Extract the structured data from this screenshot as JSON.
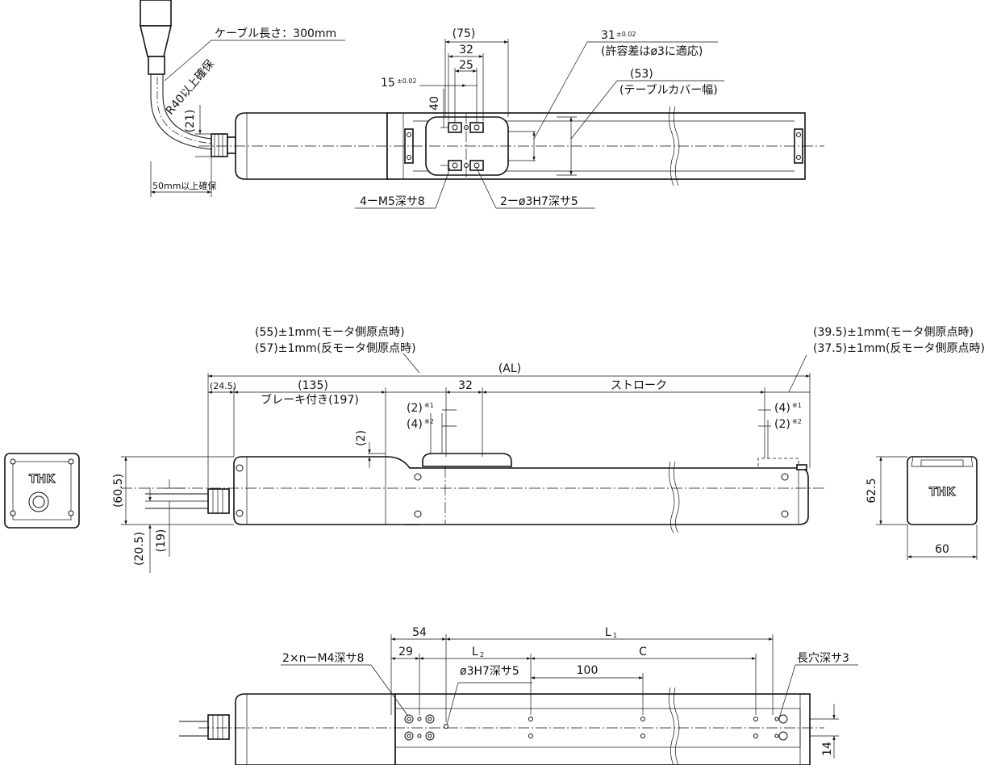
{
  "top_view": {
    "cable_length": "ケーブル長さ：300mm",
    "bend_radius": "R40以上確保",
    "dim_21": "(21)",
    "clearance": "50mm以上確保",
    "dim_75": "(75)",
    "dim_32": "32",
    "dim_25": "25",
    "dim_15": "15",
    "tol_15": "±0.02",
    "dim_40": "40",
    "dim_31": "31",
    "tol_31": "±0.02",
    "tol_31_note": "(許容差はø3に適応)",
    "dim_53": "(53)",
    "table_cover": "(テーブルカバー幅)",
    "tap_holes": "4ーM5深サ8",
    "pin_holes": "2ーø3H7深サ5"
  },
  "side_view": {
    "motor_origin_55": "(55)±1mm(モータ側原点時)",
    "anti_origin_57": "(57)±1mm(反モータ側原点時)",
    "motor_origin_395": "(39.5)±1mm(モータ側原点時)",
    "anti_origin_375": "(37.5)±1mm(反モータ側原点時)",
    "dim_al": "(AL)",
    "dim_245": "(24.5)",
    "dim_135": "(135)",
    "brake": "ブレーキ付き(197)",
    "dim_32": "32",
    "stroke": "ストローク",
    "dim_2a": "(2)",
    "note_1a": "※1",
    "dim_4a": "(4)",
    "note_2a": "※2",
    "dim_4b": "(4)",
    "note_1b": "※1",
    "dim_2b": "(2)",
    "note_2b": "※2",
    "dim_2c": "(2)",
    "dim_605": "(60.5)",
    "dim_205": "(20.5)",
    "dim_19": "(19)",
    "dim_625": "62.5",
    "dim_60": "60",
    "brand": "THK"
  },
  "bottom_view": {
    "dim_54": "54",
    "dim_l1": "L",
    "sub_l1": "1",
    "dim_29": "29",
    "dim_l2": "L",
    "sub_l2": "2",
    "dim_c": "C",
    "dim_100": "100",
    "tap_holes": "2×nーM4深サ8",
    "pin_hole": "ø3H7深サ5",
    "slot": "長穴深サ3",
    "dim_14": "14"
  }
}
